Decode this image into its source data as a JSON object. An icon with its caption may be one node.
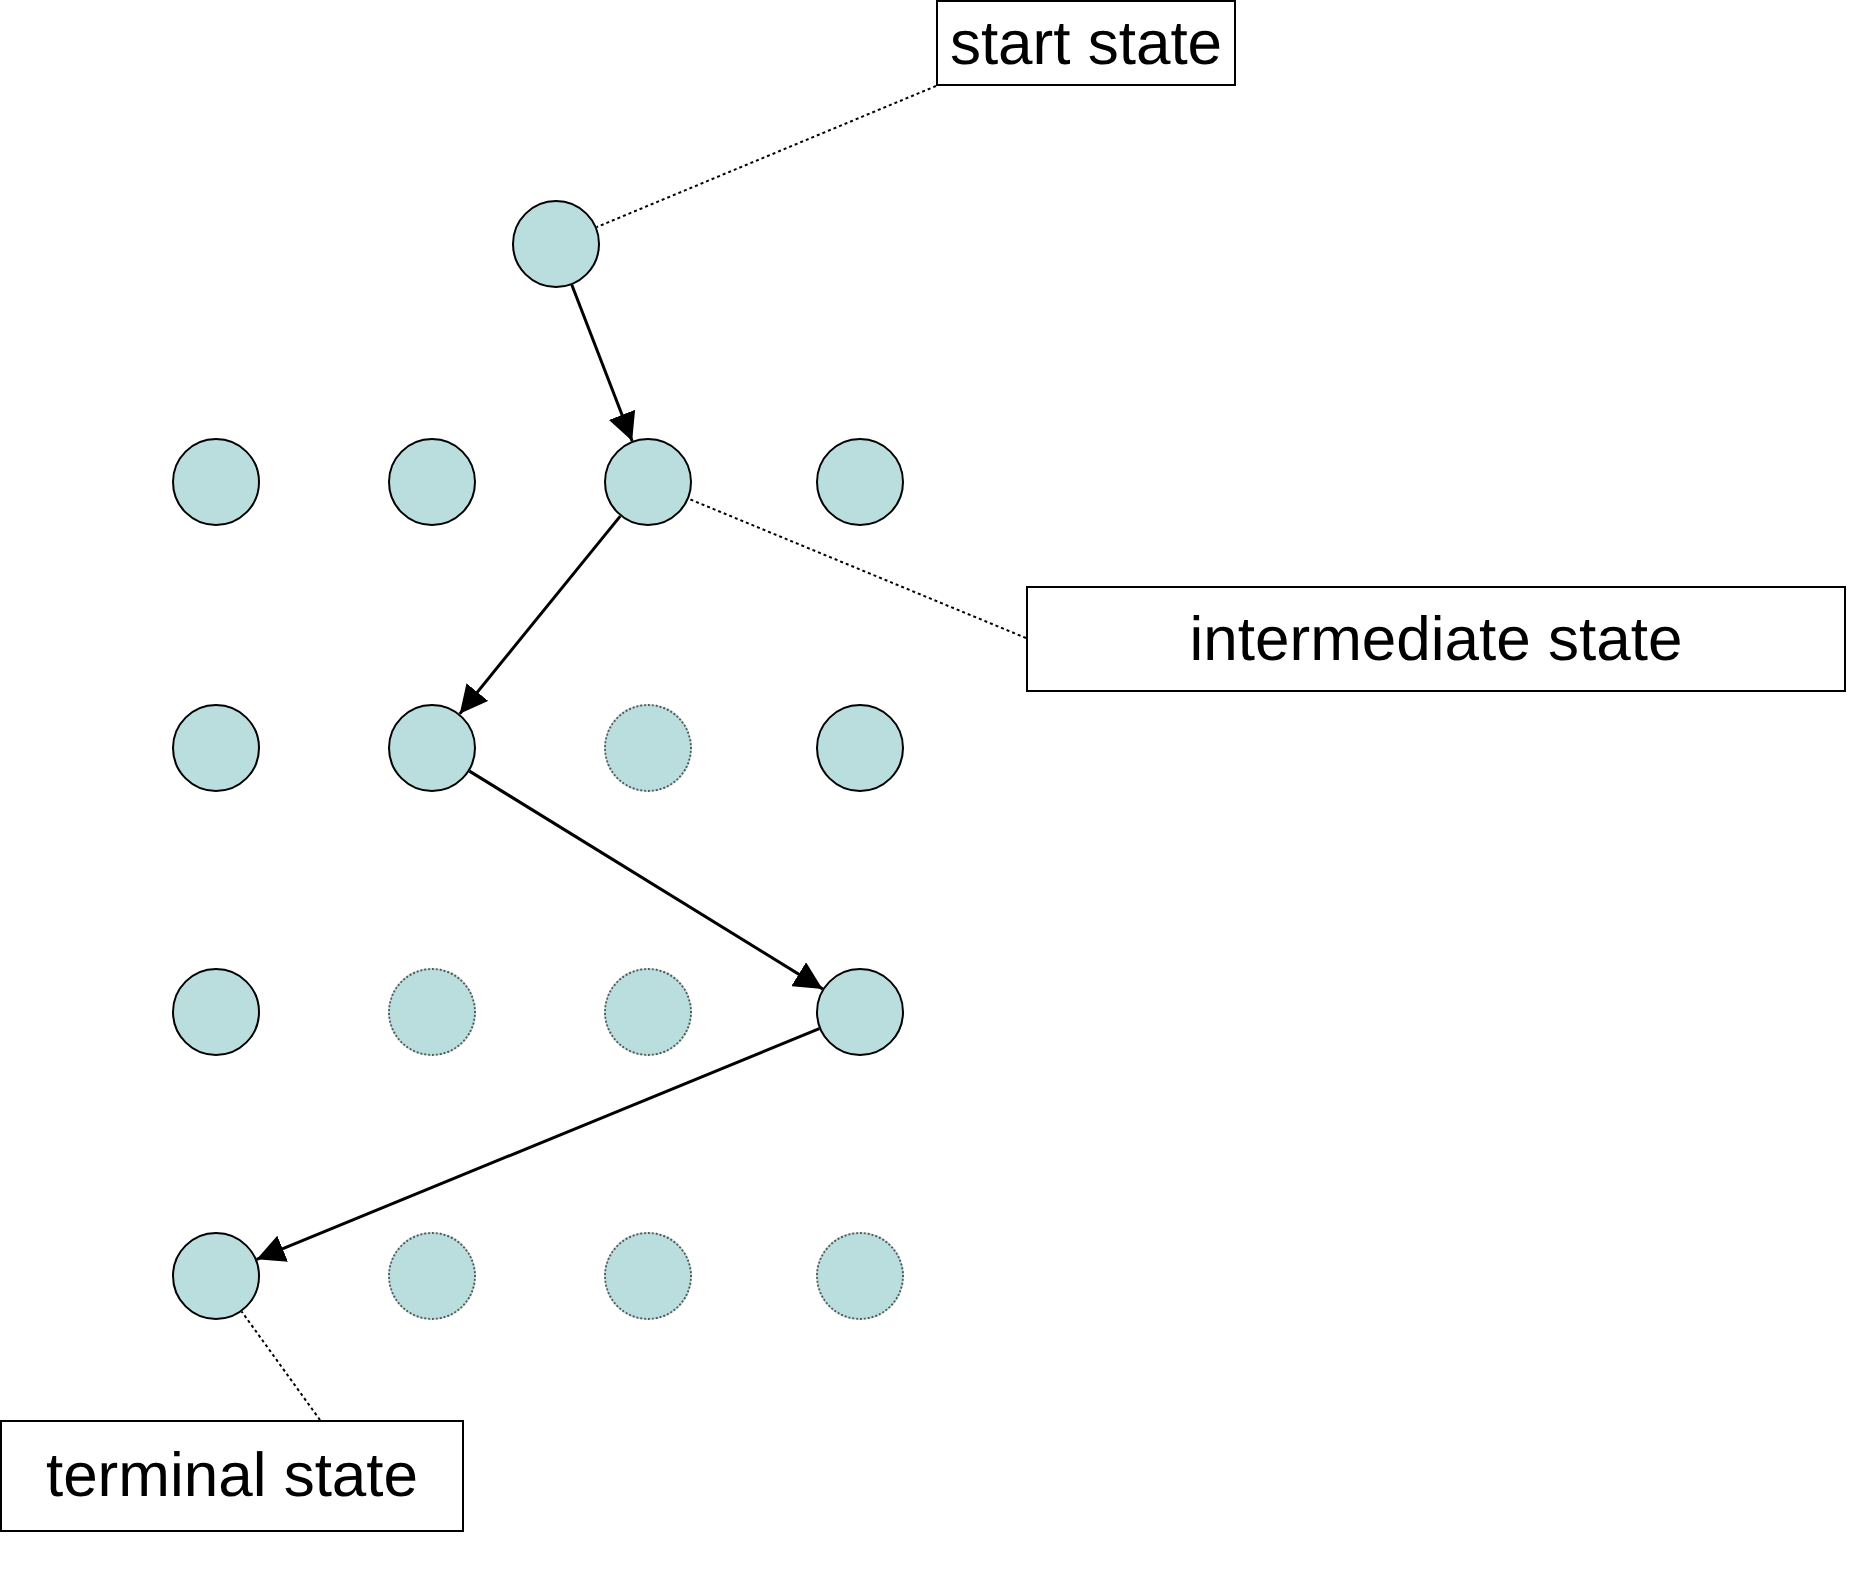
{
  "diagram": {
    "nodes": [
      {
        "text": [
          "start state"
        ]
      },
      {
        "text": [],
        "shape": "circle"
      },
      {
        "text": [],
        "shape": "circle"
      },
      {
        "text": [],
        "shape": "circle"
      },
      {
        "text": [],
        "shape": "circle"
      },
      {
        "text": [],
        "shape": "circle"
      },
      {
        "text": [
          "intermediate state"
        ]
      },
      {
        "text": [],
        "shape": "circle"
      },
      {
        "text": [],
        "shape": "circle"
      },
      {
        "text": [],
        "shape": "circle"
      },
      {
        "text": [],
        "shape": "circle"
      },
      {
        "text": [],
        "shape": "circle"
      },
      {
        "text": [],
        "shape": "circle"
      },
      {
        "text": [],
        "shape": "circle"
      },
      {
        "text": [],
        "shape": "circle"
      },
      {
        "text": [],
        "shape": "circle"
      },
      {
        "text": [],
        "shape": "circle"
      },
      {
        "text": [],
        "shape": "circle"
      },
      {
        "text": [],
        "shape": "circle"
      },
      {
        "text": [
          "terminal state"
        ]
      }
    ],
    "edges": [
      {
        "from": 0,
        "to": 1,
        "arrow": "none",
        "style": "dashed"
      },
      {
        "from": 1,
        "to": 4,
        "arrow": "to"
      },
      {
        "from": 4,
        "to": 8,
        "arrow": "to"
      },
      {
        "from": 8,
        "to": 14,
        "arrow": "to"
      },
      {
        "from": 14,
        "to": 15,
        "arrow": "to"
      },
      {
        "from": 6,
        "to": 4,
        "arrow": "none",
        "style": "dashed"
      },
      {
        "from": 19,
        "to": 15,
        "arrow": "none",
        "style": "dashed"
      }
    ]
  }
}
